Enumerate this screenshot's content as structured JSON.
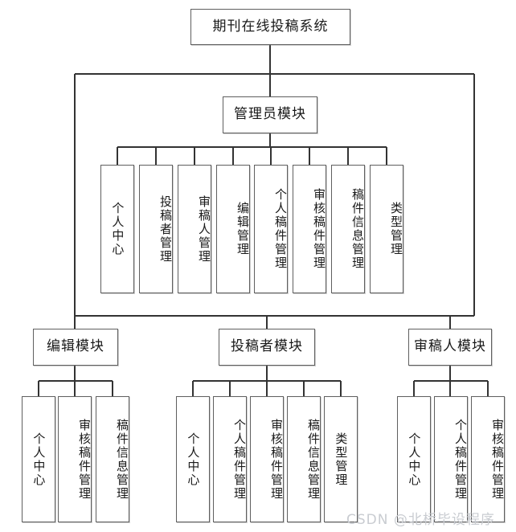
{
  "diagram": {
    "title": "期刊在线投稿系统",
    "type": "system-function-tree",
    "root": {
      "label": "期刊在线投稿系统"
    },
    "admin_module": {
      "label": "管理员模块",
      "children": [
        {
          "label": "个人中心"
        },
        {
          "label": "投稿者管理"
        },
        {
          "label": "审稿人管理"
        },
        {
          "label": "编辑管理"
        },
        {
          "label": "个人稿件管理"
        },
        {
          "label": "审核稿件管理"
        },
        {
          "label": "稿件信息管理"
        },
        {
          "label": "类型管理"
        }
      ]
    },
    "modules": [
      {
        "label": "编辑模块",
        "children": [
          {
            "label": "个人中心"
          },
          {
            "label": "审核稿件管理"
          },
          {
            "label": "稿件信息管理"
          }
        ]
      },
      {
        "label": "投稿者模块",
        "children": [
          {
            "label": "个人中心"
          },
          {
            "label": "个人稿件管理"
          },
          {
            "label": "审核稿件管理"
          },
          {
            "label": "稿件信息管理"
          },
          {
            "label": "类型管理"
          }
        ]
      },
      {
        "label": "审稿人模块",
        "children": [
          {
            "label": "个人中心"
          },
          {
            "label": "个人稿件管理"
          },
          {
            "label": "审核稿件管理"
          }
        ]
      }
    ],
    "watermark": "CSDN @北桥毕设程序",
    "colors": {
      "line": "#333333",
      "box_border": "#5f5f5f",
      "background": "#ffffff",
      "text": "#1a1a1a",
      "watermark": "#c9ccd1"
    }
  }
}
